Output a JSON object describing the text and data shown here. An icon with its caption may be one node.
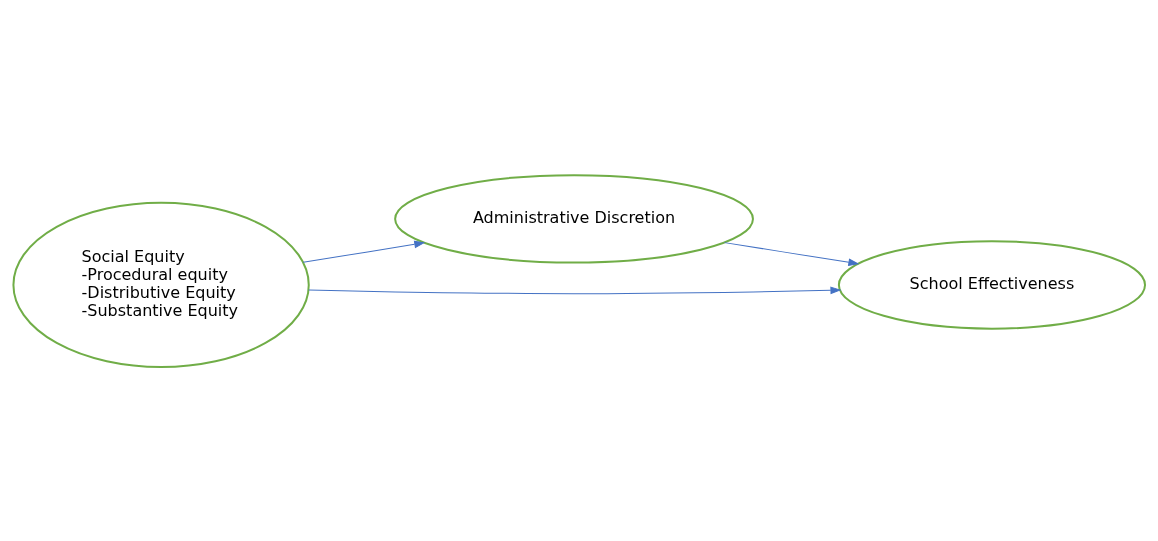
{
  "diagram": {
    "nodes": [
      {
        "text": [
          "Social Equity",
          "-Procedural equity",
          "-Distributive Equity",
          "-Substantive Equity"
        ]
      },
      {
        "text": [
          "Administrative Discretion"
        ]
      },
      {
        "text": [
          "School Effectiveness"
        ]
      }
    ],
    "edges": [
      {
        "from": 0,
        "to": 1,
        "arrow": "to"
      },
      {
        "from": 1,
        "to": 2,
        "arrow": "to"
      },
      {
        "from": 0,
        "to": 2,
        "arrow": "to"
      }
    ]
  }
}
